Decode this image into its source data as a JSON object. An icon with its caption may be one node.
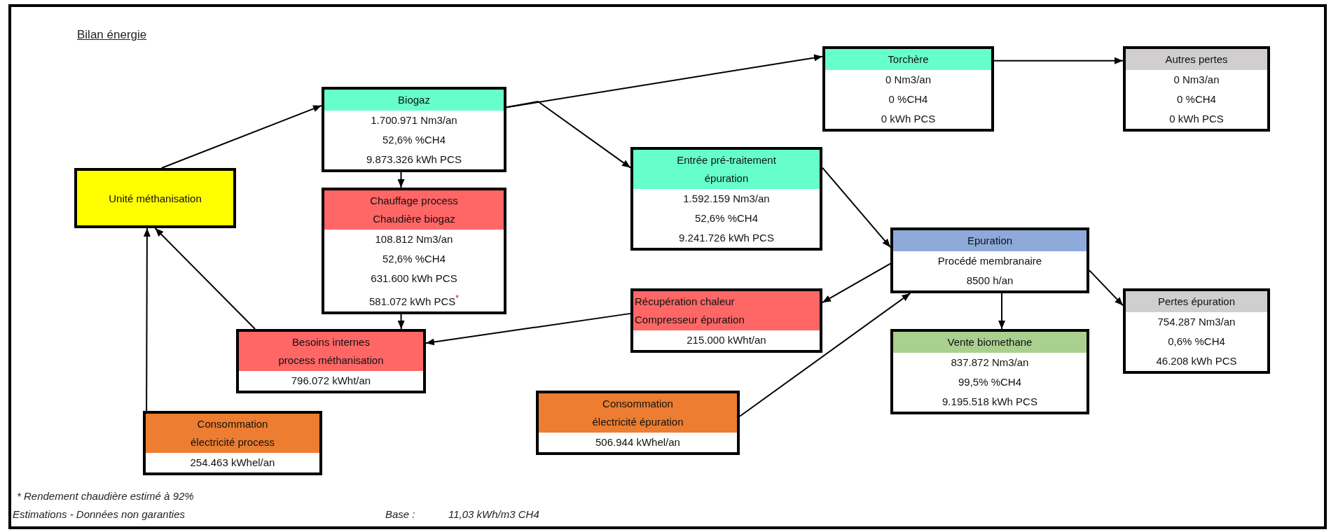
{
  "diagram": {
    "title": "Bilan énergie",
    "nodes": [
      {
        "text": [
          "Torchère",
          "0 Nm3/an",
          "0 %CH4",
          "0 kWh PCS"
        ]
      },
      {
        "text": [
          "Autres pertes",
          "0 Nm3/an",
          "0 %CH4",
          "0 kWh PCS"
        ]
      },
      {
        "text": [
          "Biogaz",
          "1.700.971 Nm3/an",
          "52,6% %CH4",
          "9.873.326 kWh PCS"
        ]
      },
      {
        "text": [
          "Entrée pré-traitement épuration",
          "1.592.159 Nm3/an",
          "52,6% %CH4",
          "9.241.726 kWh PCS"
        ]
      },
      {
        "text": [
          "Unité méthanisation"
        ]
      },
      {
        "text": [
          "Chauffage process Chaudière biogaz",
          "108.812 Nm3/an",
          "52,6% %CH4",
          "631.600 kWh PCS",
          "581.072 kWh PCS$^{*}$"
        ]
      },
      {
        "text": [
          "Epuration",
          "Procédé membranaire",
          "8500 h/an"
        ]
      },
      {
        "text": [
          "Pertes épuration",
          "754.287 Nm3/an",
          "0,6% %CH4",
          "46.208 kWh PCS"
        ]
      },
      {
        "text": [
          "Récupération chaleur Compresseur épuration",
          "215.000 kWht/an"
        ]
      },
      {
        "text": [
          "Vente biomethane",
          "837.872 Nm3/an",
          "99,5% %CH4",
          "9.195.518 kWh PCS"
        ]
      },
      {
        "text": [
          "Besoins internes process méthanisation",
          "796.072 kWht/an"
        ]
      },
      {
        "text": [
          "Consommation électricité process",
          "254.463 kWhel/an"
        ]
      },
      {
        "text": [
          "Consommation électricité épuration",
          "506.944 kWhel/an"
        ]
      }
    ],
    "edges": [
      {
        "from": 4,
        "to": 2,
        "arrow": "to"
      },
      {
        "from": 2,
        "to": 5,
        "arrow": "to"
      },
      {
        "from": 2,
        "to": 0,
        "arrow": "to"
      },
      {
        "from": 2,
        "to": 3,
        "arrow": "to"
      },
      {
        "from": 0,
        "to": 1,
        "arrow": "to"
      },
      {
        "from": 3,
        "to": 6,
        "arrow": "to"
      },
      {
        "from": 6,
        "to": 8,
        "arrow": "to"
      },
      {
        "from": 6,
        "to": 9,
        "arrow": "to"
      },
      {
        "from": 6,
        "to": 7,
        "arrow": "to"
      },
      {
        "from": 5,
        "to": 10,
        "arrow": "to"
      },
      {
        "from": 8,
        "to": 10,
        "arrow": "to"
      },
      {
        "from": 10,
        "to": 4,
        "arrow": "to"
      },
      {
        "from": 11,
        "to": 4,
        "arrow": "to"
      },
      {
        "from": 12,
        "to": 6,
        "arrow": "to"
      }
    ],
    "labels": [
      "* Rendement chaudière estimé à 92%",
      "Estimations - Données non garanties",
      "Base :",
      "11,03 kWh/m3 CH4"
    ]
  }
}
